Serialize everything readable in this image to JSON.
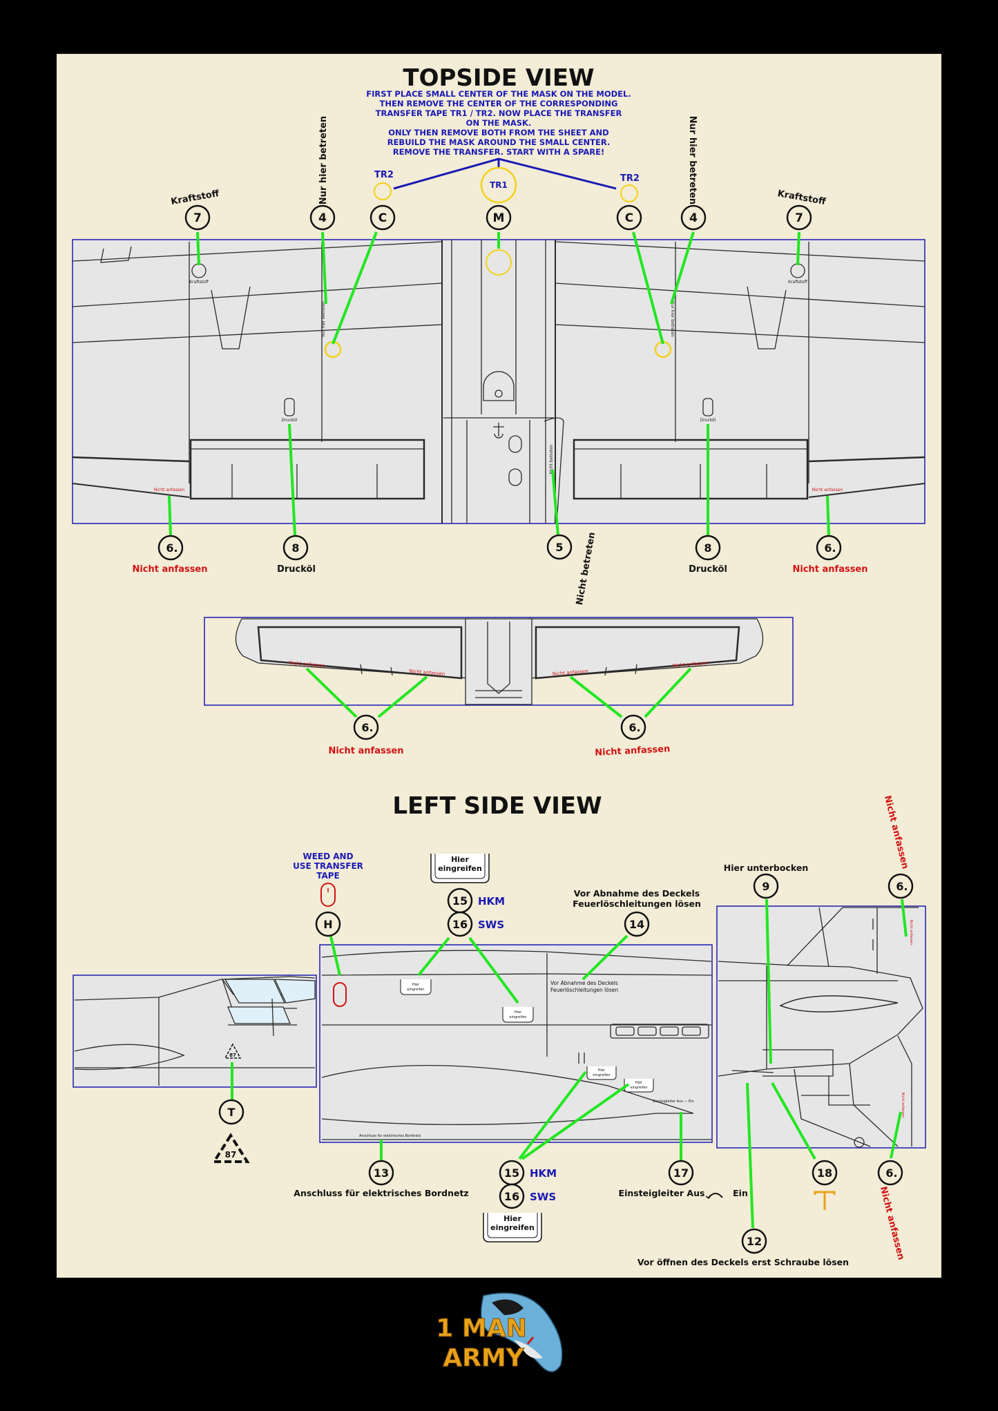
{
  "colors": {
    "background": "#000000",
    "paper": "#f3ecd6",
    "plane_fill": "#e6e6e6",
    "outline": "#2a2a2a",
    "frame": "#1a1ab4",
    "leader": "#22e622",
    "tr_circle": "#f2d21a",
    "instruction_text": "#1a1ab4",
    "warning_text": "#d01414",
    "logo_gold": "#e8a21a",
    "logo_blue": "#6ab0d8"
  },
  "topside": {
    "title": "TOPSIDE VIEW",
    "instructions": [
      "FIRST PLACE SMALL CENTER OF THE MASK ON THE MODEL.",
      "THEN REMOVE THE CENTER OF THE CORRESPONDING",
      "TRANSFER TAPE TR1 / TR2. NOW PLACE THE TRANSFER",
      "ON THE MASK.",
      "ONLY THEN REMOVE BOTH FROM THE SHEET AND",
      "REBUILD THE MASK AROUND THE SMALL CENTER.",
      "REMOVE THE TRANSFER. START WITH A SPARE!"
    ],
    "tr2_left": "TR2",
    "tr1": "TR1",
    "tr2_right": "TR2",
    "callouts": {
      "seven_left": "7",
      "four_left": "4",
      "c_left": "C",
      "m": "M",
      "c_right": "C",
      "four_right": "4",
      "seven_right": "7",
      "six_left": "6.",
      "eight_left": "8",
      "five": "5",
      "eight_right": "8",
      "six_right": "6."
    },
    "labels": {
      "kraftstoff_left": "Kraftstoff",
      "nur_hier_left": "Nur hier betreten",
      "nur_hier_right": "Nur hier betreten",
      "kraftstoff_right": "Kraftstoff",
      "nicht_anfassen_left": "Nicht anfassen",
      "druckoel_left": "Drucköl",
      "nicht_betreten": "Nicht betreten",
      "druckoel_right": "Drucköl",
      "nicht_anfassen_right": "Nicht anfassen"
    },
    "stencils": {
      "kraftstoff": "Kraftstoff",
      "nur_hier": "Nur hier betreten",
      "druckoel": "Drucköl",
      "nicht_anfassen": "Nicht anfassen",
      "nicht_betreten": "Nicht betreten"
    }
  },
  "underside": {
    "six_left": "6.",
    "six_right": "6.",
    "label_left": "Nicht anfassen",
    "label_right": "Nicht anfassen",
    "stencil": "Nicht anfassen"
  },
  "leftside": {
    "title": "LEFT SIDE VIEW",
    "weed_note": [
      "WEED AND",
      "USE TRANSFER",
      "TAPE"
    ],
    "hier_eingreifen": [
      "Hier",
      "eingreifen"
    ],
    "callouts": {
      "h": "H",
      "fifteen_top": "15",
      "sixteen_top": "16",
      "fourteen": "14",
      "nine": "9",
      "six_top": "6.",
      "t": "T",
      "thirteen": "13",
      "fifteen_bottom": "15",
      "sixteen_bottom": "16",
      "seventeen": "17",
      "eighteen": "18",
      "six_bottom": "6.",
      "twelve": "12"
    },
    "labels": {
      "hkm_top": "HKM",
      "sws_top": "SWS",
      "hkm_bottom": "HKM",
      "sws_bottom": "SWS",
      "vor_abnahme": [
        "Vor Abnahme des Deckels",
        "Feuerlöschleitungen lösen"
      ],
      "hier_unterbocken": "Hier unterbocken",
      "nicht_anfassen_top": "Nicht anfassen",
      "nicht_anfassen_bottom": "Nicht anfassen",
      "anschluss": "Anschluss für elektrisches Bordnetz",
      "einsteigleiter_aus": "Einsteigleiter Aus",
      "einsteigleiter_ein": "Ein",
      "vor_oeffnen": "Vor öffnen des Deckels erst Schraube lösen",
      "triangle_number": "87"
    },
    "stencils": {
      "vor_abnahme": [
        "Vor Abnahme des Deckels",
        "Feuerlöschleitungen lösen"
      ],
      "anschluss": "Anschluss für elektrisches Bordnetz",
      "einsteigleiter": "Einsteigleiter Aus — Ein"
    }
  },
  "logo": {
    "line1": "1 MAN",
    "line2": "ARMY"
  }
}
